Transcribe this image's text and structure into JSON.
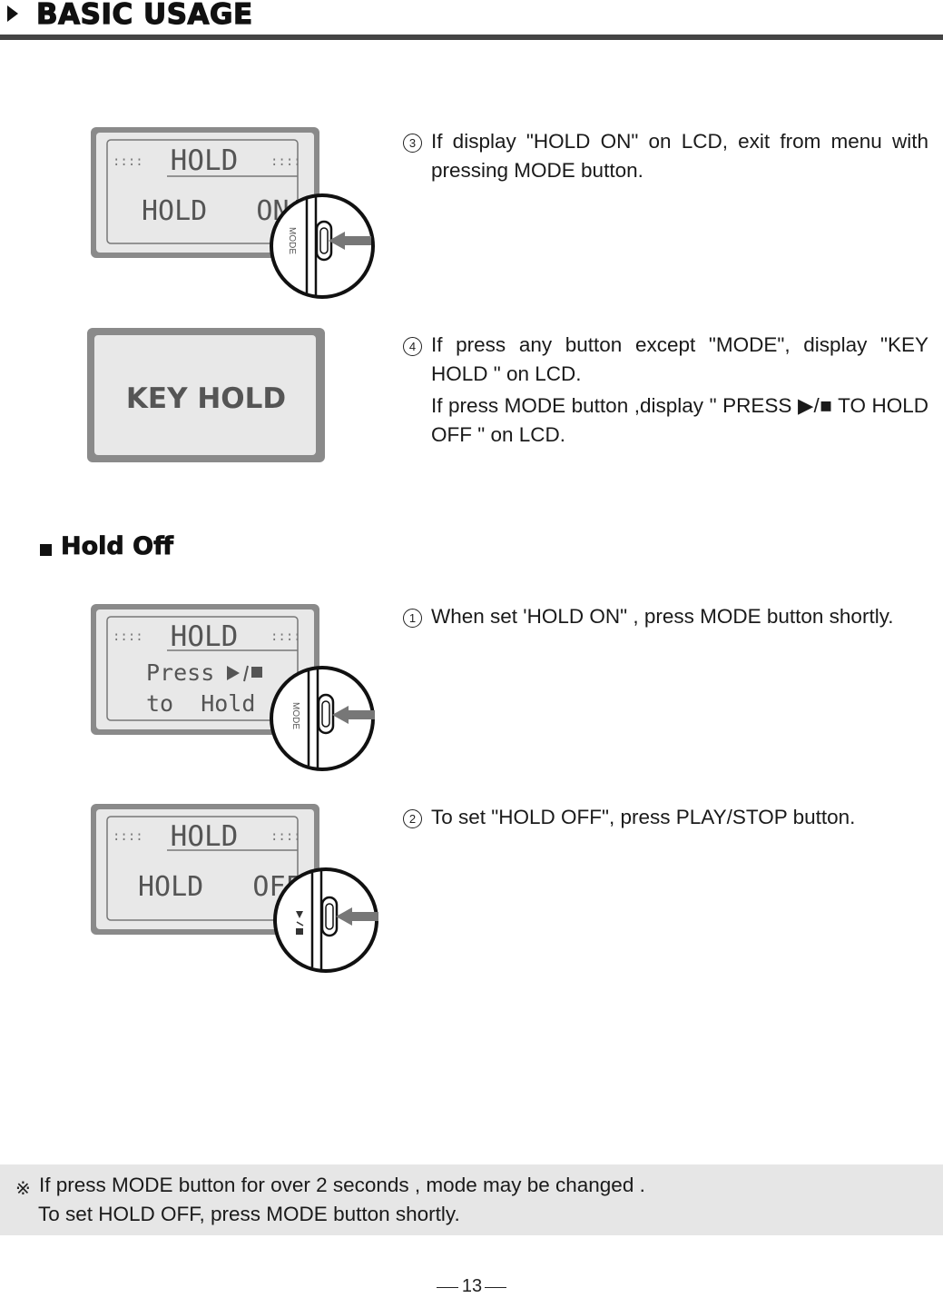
{
  "header": {
    "title": "BASIC USAGE"
  },
  "figures": {
    "lcd_hold_on": {
      "title": "HOLD",
      "line1": "HOLD   ON!",
      "side_label": "MODE"
    },
    "lcd_key_hold": {
      "text": "KEY HOLD"
    },
    "lcd_press": {
      "title": "HOLD",
      "line1": "Press",
      "line2": "to  Hold  off",
      "side_label": "MODE"
    },
    "lcd_hold_off": {
      "title": "HOLD",
      "line1": "HOLD   OFF"
    }
  },
  "steps_hold_on": [
    {
      "number": "3",
      "lines": [
        "If display \"HOLD ON\" on LCD, exit from menu with pressing MODE button."
      ]
    },
    {
      "number": "4",
      "lines": [
        "If press any button except \"MODE\", display \"KEY HOLD \" on LCD.",
        "If press MODE button ,display \" PRESS ▶/■ TO HOLD OFF \"  on LCD."
      ]
    }
  ],
  "section": {
    "title": "Hold Off"
  },
  "steps_hold_off": [
    {
      "number": "1",
      "lines": [
        "When set 'HOLD ON\" , press MODE button shortly."
      ]
    },
    {
      "number": "2",
      "lines": [
        "To set  \"HOLD OFF\",  press PLAY/STOP button."
      ]
    }
  ],
  "note": {
    "mark": "※",
    "line1": "If press MODE button for over 2 seconds , mode may be changed .",
    "line2": "To set HOLD OFF, press MODE button shortly."
  },
  "footer": {
    "page_number": "13"
  },
  "colors": {
    "lcd_frame": "#8a8a8a",
    "lcd_screen": "#e8e8e8",
    "note_bg": "#e6e6e6",
    "rule": "#444444"
  }
}
